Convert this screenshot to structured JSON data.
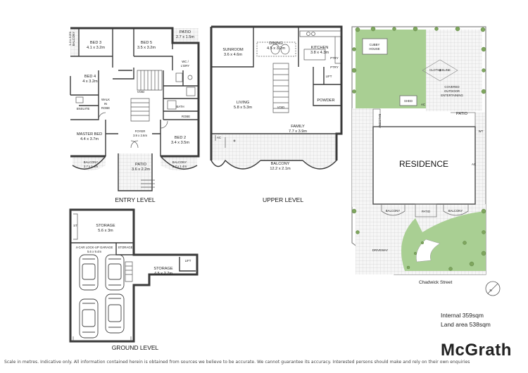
{
  "levels": {
    "entry": "ENTRY LEVEL",
    "upper": "UPPER LEVEL",
    "ground": "GROUND LEVEL"
  },
  "rooms": {
    "balcony_left": {
      "name": "BALCONY",
      "dim": "1.4 x 3.2m"
    },
    "bed3": {
      "name": "BED 3",
      "dim": "4.1 x 3.2m"
    },
    "bed5": {
      "name": "BED 5",
      "dim": "3.5 x 3.2m"
    },
    "patio_top": {
      "name": "PATIO",
      "dim": "2.7 x 1.5m"
    },
    "bed4": {
      "name": "BED 4",
      "dim": "4 x 3.2m"
    },
    "wc_ldry": {
      "name": "WC /",
      "name2": "L'DRY"
    },
    "void_entry": "VOID",
    "walk_in_robe": [
      "WALK",
      "IN",
      "ROBE"
    ],
    "ensuite": "ENSUITE",
    "bath": "BATH",
    "robe": "ROBE",
    "master_bed": {
      "name": "MASTER BED",
      "dim": "4.4 x 3.7m"
    },
    "foyer": {
      "name": "FOYER",
      "dim": "3.9 x 2.6m"
    },
    "bed2": {
      "name": "BED 2",
      "dim": "3.4 x 3.5m"
    },
    "balcony_master": {
      "name": "BALCONY",
      "dim": "2.7 x 1.4m"
    },
    "patio_entry": {
      "name": "PATIO",
      "dim": "3.6 x 2.2m"
    },
    "balcony_bed2": {
      "name": "BALCONY",
      "dim": "2.7 x 1.4m"
    },
    "sunroom": {
      "name": "SUNROOM",
      "dim": "3.6 x 4.6m"
    },
    "dining": {
      "name": "DINING",
      "dim": "4.5 x 3.2m"
    },
    "kitchen": {
      "name": "KITCHEN",
      "dim": "3.8 x 4.3m"
    },
    "pantry": "PTRY",
    "living": {
      "name": "LIVING",
      "dim": "5.8 x 5.3m"
    },
    "void_upper": "VOID",
    "lift_upper": "LIFT",
    "powder": "POWDER",
    "family": {
      "name": "FAMILY",
      "dim": "7.7 x 3.9m"
    },
    "ac_upper": "AC",
    "balcony_upper": {
      "name": "BALCONY",
      "dim": "12.2 x 2.1m"
    },
    "storage_top": {
      "name": "STORAGE",
      "dim": "5.6 x 3m"
    },
    "st": "ST",
    "garage": {
      "name": "4-CAR LOCK-UP GARAGE",
      "dim": "5.6 x 9.4m"
    },
    "storage_small": "STORAGE",
    "storage_right": {
      "name": "STORAGE",
      "dim": "4.5 x 2.7m"
    },
    "lift_ground": "LIFT"
  },
  "site": {
    "cubby": [
      "CUBBY",
      "HOUSE"
    ],
    "clothesline": "CLOTHESLINE",
    "covered": [
      "COVERED",
      "OUTDOOR",
      "ENTERTAINING"
    ],
    "shed": "SHED",
    "ac1": "AC",
    "patio_back": "PATIO",
    "balcony_side": "BALCONY",
    "wt": "WT",
    "ac2": "AC",
    "residence": "RESIDENCE",
    "balcony_front_left": "BALCONY",
    "patio_front": "PATIO",
    "balcony_front_right": "BALCONY",
    "driveway": "DRIVEWAY",
    "street": "Chadwick Street",
    "north": "N"
  },
  "areas": {
    "internal": "Internal 359sqm",
    "land": "Land area 538sqm"
  },
  "brand": "McGrath",
  "disclaimer": "Scale in metres. Indicative only. All information contained herein is obtained from sources we believe to be accurate. We cannot guarantee its accuracy. Interested persons should make and rely on their own enquiries"
}
